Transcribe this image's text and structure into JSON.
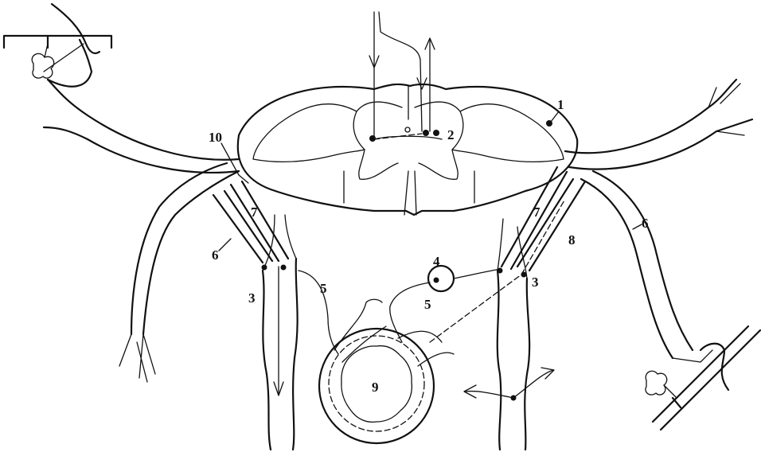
{
  "diagram": {
    "labels": {
      "l1": "1",
      "l2": "2",
      "l3_left": "3",
      "l3_right": "3",
      "l4": "4",
      "l5_left": "5",
      "l5_right": "5",
      "l6_left": "6",
      "l6_right": "6",
      "l7_left": "7",
      "l7_right": "7",
      "l8": "8",
      "l9": "9",
      "l10": "10"
    }
  },
  "colors": {
    "ink": "#111111",
    "paper": "#ffffff"
  }
}
